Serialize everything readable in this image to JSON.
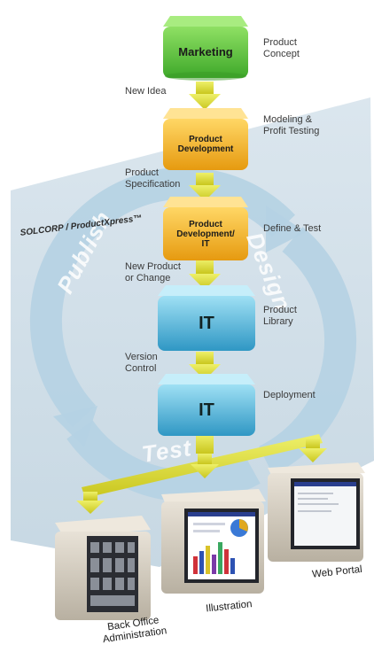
{
  "diagram": {
    "boxes": {
      "marketing": "Marketing",
      "product_development": "Product\nDevelopment",
      "product_development_it": "Product\nDevelopment/\nIT",
      "it_library": "IT",
      "it_deployment": "IT"
    },
    "side_labels": {
      "product_concept": "Product\nConcept",
      "modeling": "Modeling &\nProfit Testing",
      "define_test": "Define & Test",
      "product_library": "Product\nLibrary",
      "deployment": "Deployment"
    },
    "flow_labels": {
      "new_idea": "New Idea",
      "product_spec": "Product\nSpecification",
      "new_product": "New Product\nor Change",
      "version_control": "Version\nControl"
    },
    "brand": "SOLCORP / ProductXpress™",
    "cycle_words": {
      "publish": "Publish",
      "design": "Design",
      "test": "Test"
    },
    "devices": {
      "back_office": "Back Office\nAdministration",
      "illustration": "Illustration",
      "web_portal": "Web Portal"
    },
    "colors": {
      "green": "#5fc53a",
      "orange": "#f2b21c",
      "blue": "#49b1d8",
      "arrow": "#d9d92b",
      "panel": "#dde7ee",
      "cycle": "#b9d4e4"
    }
  }
}
